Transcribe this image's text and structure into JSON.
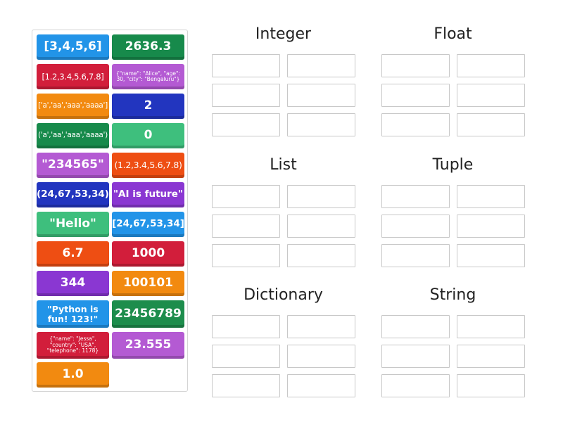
{
  "colors": {
    "blue": "#2294e8",
    "green": "#178a4b",
    "red": "#d21e3b",
    "purple_light": "#b45ad3",
    "orange": "#f28a10",
    "navy": "#2235bf",
    "teal": "#3ebf7d",
    "orange_red": "#ee4e13",
    "violet": "#8a37d2",
    "indigo": "#2f3cb4",
    "dark_green": "#1d8d4c"
  },
  "tiles": [
    {
      "text": "[3,4,5,6]",
      "color": "#2294e8"
    },
    {
      "text": "2636.3",
      "color": "#178a4b"
    },
    {
      "text": "[1.2,3.4,5.6,7.8]",
      "color": "#d21e3b"
    },
    {
      "text": "{\"name\": \"Alice\", \"age\":\n30, \"city\": \"Bengaluru\"}",
      "color": "#b45ad3"
    },
    {
      "text": "['a','aa','aaa','aaaa']",
      "color": "#f28a10"
    },
    {
      "text": "2",
      "color": "#2235bf"
    },
    {
      "text": "('a','aa','aaa','aaaa')",
      "color": "#178a4b"
    },
    {
      "text": "0",
      "color": "#3ebf7d"
    },
    {
      "text": "\"234565\"",
      "color": "#b45ad3"
    },
    {
      "text": "(1.2,3.4,5.6,7.8)",
      "color": "#ee4e13"
    },
    {
      "text": "(24,67,53,34)",
      "color": "#2235bf"
    },
    {
      "text": "\"AI is future\"",
      "color": "#8a37d2"
    },
    {
      "text": "\"Hello\"",
      "color": "#3ebf7d"
    },
    {
      "text": "[24,67,53,34]",
      "color": "#2294e8"
    },
    {
      "text": "6.7",
      "color": "#ee4e13"
    },
    {
      "text": "1000",
      "color": "#d21e3b"
    },
    {
      "text": "344",
      "color": "#8a37d2"
    },
    {
      "text": "100101",
      "color": "#f28a10"
    },
    {
      "text": "\"Python is\nfun! 123!\"",
      "color": "#2294e8"
    },
    {
      "text": "23456789",
      "color": "#1d8d4c"
    },
    {
      "text": "{\"name\": \"Jessa\",\n\"country\": \"USA\",\n\"telephone\": 1178}",
      "color": "#d21e3b"
    },
    {
      "text": "23.555",
      "color": "#b45ad3"
    },
    {
      "text": "1.0",
      "color": "#f28a10"
    }
  ],
  "groups": [
    {
      "title": "Integer"
    },
    {
      "title": "Float"
    },
    {
      "title": "List"
    },
    {
      "title": "Tuple"
    },
    {
      "title": "Dictionary"
    },
    {
      "title": "String"
    }
  ]
}
